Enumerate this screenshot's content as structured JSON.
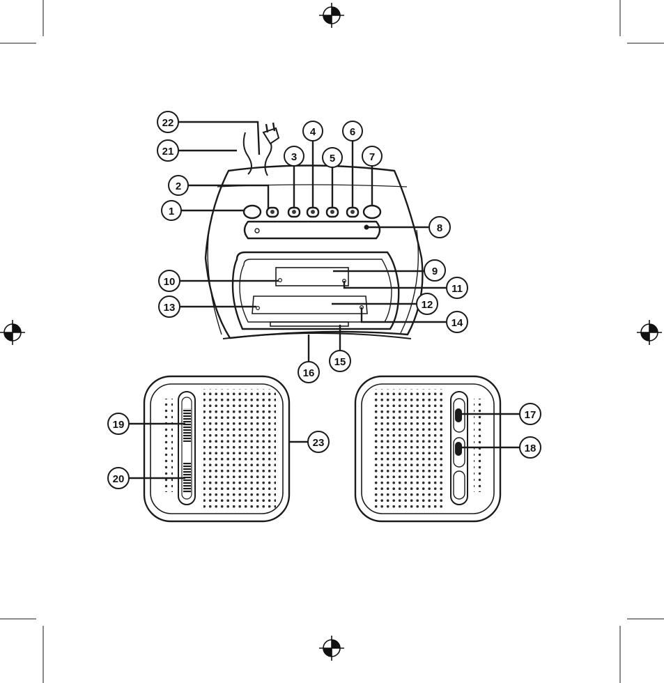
{
  "diagram": {
    "callouts": [
      "1",
      "2",
      "3",
      "4",
      "5",
      "6",
      "7",
      "8",
      "9",
      "10",
      "11",
      "12",
      "13",
      "14",
      "15",
      "16",
      "17",
      "18",
      "19",
      "20",
      "21",
      "22",
      "23"
    ]
  },
  "colors": {
    "ink": "#1a1a1a",
    "background": "#ffffff"
  },
  "icons": [
    "registration-mark-icon"
  ]
}
